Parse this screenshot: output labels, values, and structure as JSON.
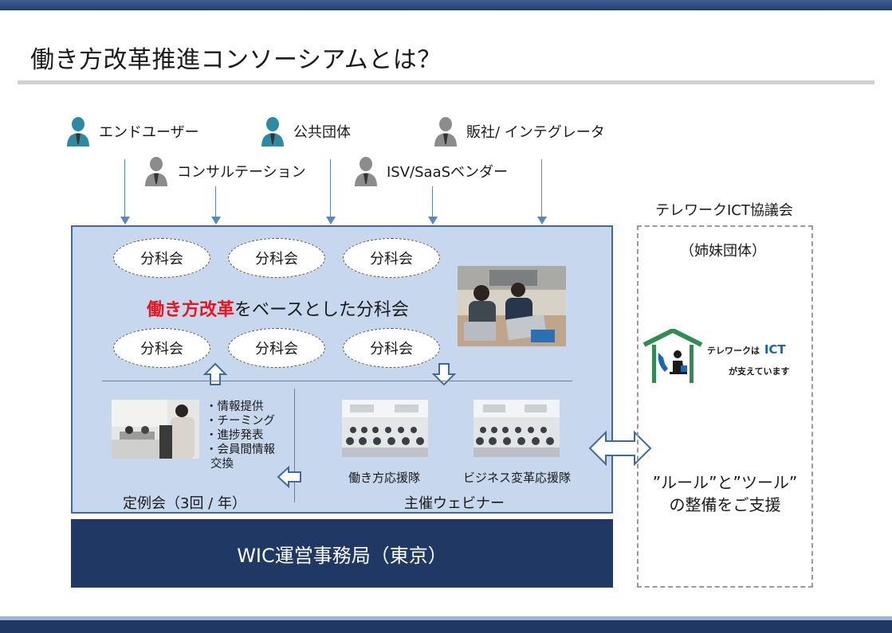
{
  "title": "働き方改革推進コンソーシアムとは？",
  "stakeholders": {
    "end_user": "エンドユーザー",
    "public": "公共団体",
    "reseller": "販社/ インテグレータ",
    "consultant": "コンサルテーション",
    "vendor": "ISV/SaaSベンダー"
  },
  "subcommittee_label": "分科会",
  "subcommittee_title": {
    "highlight": "働き方改革",
    "rest": "をベースとした分科会"
  },
  "regular_meeting": {
    "items": [
      "・情報提供",
      "・チーミング",
      "・進捗発表",
      "・会員間情報",
      "交換"
    ],
    "caption": "定例会（3回 / 年）"
  },
  "webinar": {
    "photo1_caption": "働き方応援隊",
    "photo2_caption": "ビジネス変革応援隊",
    "caption": "主催ウェビナー"
  },
  "office": "WIC運営事務局（東京）",
  "sister": {
    "org": "テレワークICT協議会",
    "relation": "（姉妹団体）",
    "logo_line1": "テレワークは",
    "logo_ict": "ICT",
    "logo_line2": "が支えています",
    "support_line1": "”ルール”と”ツール”",
    "support_line2": "の整備をご支援"
  },
  "colors": {
    "main_box_fill": "#c6d7ee",
    "main_box_border": "#3d6aa6",
    "navy": "#1f3864",
    "highlight_red": "#e8141e",
    "icon_teal": "#2e8aa3",
    "icon_gray": "#8c8c8c",
    "logo_green": "#2f8d52",
    "logo_blue": "#1b66b0"
  },
  "icons": [
    "person-icon",
    "up-arrow-icon",
    "down-arrow-icon",
    "left-arrow-icon",
    "double-arrow-icon",
    "house-logo-icon"
  ]
}
